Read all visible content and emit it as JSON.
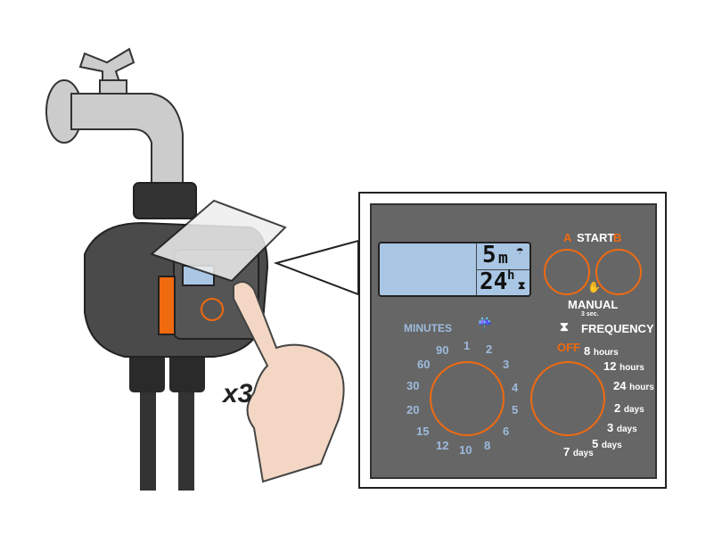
{
  "callout": "x3",
  "lcd": {
    "duration_value": "5",
    "duration_unit": "m",
    "frequency_value": "24",
    "frequency_unit": "h"
  },
  "start": {
    "a": "A",
    "label": "START",
    "b": "B"
  },
  "manual": {
    "label": "MANUAL",
    "hold": "3 sec."
  },
  "frequency_label": "FREQUENCY",
  "minutes": {
    "label": "MINUTES",
    "ticks": [
      "1",
      "2",
      "3",
      "4",
      "5",
      "6",
      "8",
      "10",
      "12",
      "15",
      "20",
      "30",
      "60",
      "90"
    ]
  },
  "frequency": {
    "off": "OFF",
    "ticks": [
      {
        "n": "8",
        "u": "hours"
      },
      {
        "n": "12",
        "u": "hours"
      },
      {
        "n": "24",
        "u": "hours"
      },
      {
        "n": "2",
        "u": "days"
      },
      {
        "n": "3",
        "u": "days"
      },
      {
        "n": "5",
        "u": "days"
      },
      {
        "n": "7",
        "u": "days"
      }
    ]
  },
  "colors": {
    "accent": "#f06a10",
    "panel": "#666666",
    "lcd": "#a9c6e4",
    "minutes_text": "#9dbbdc"
  }
}
